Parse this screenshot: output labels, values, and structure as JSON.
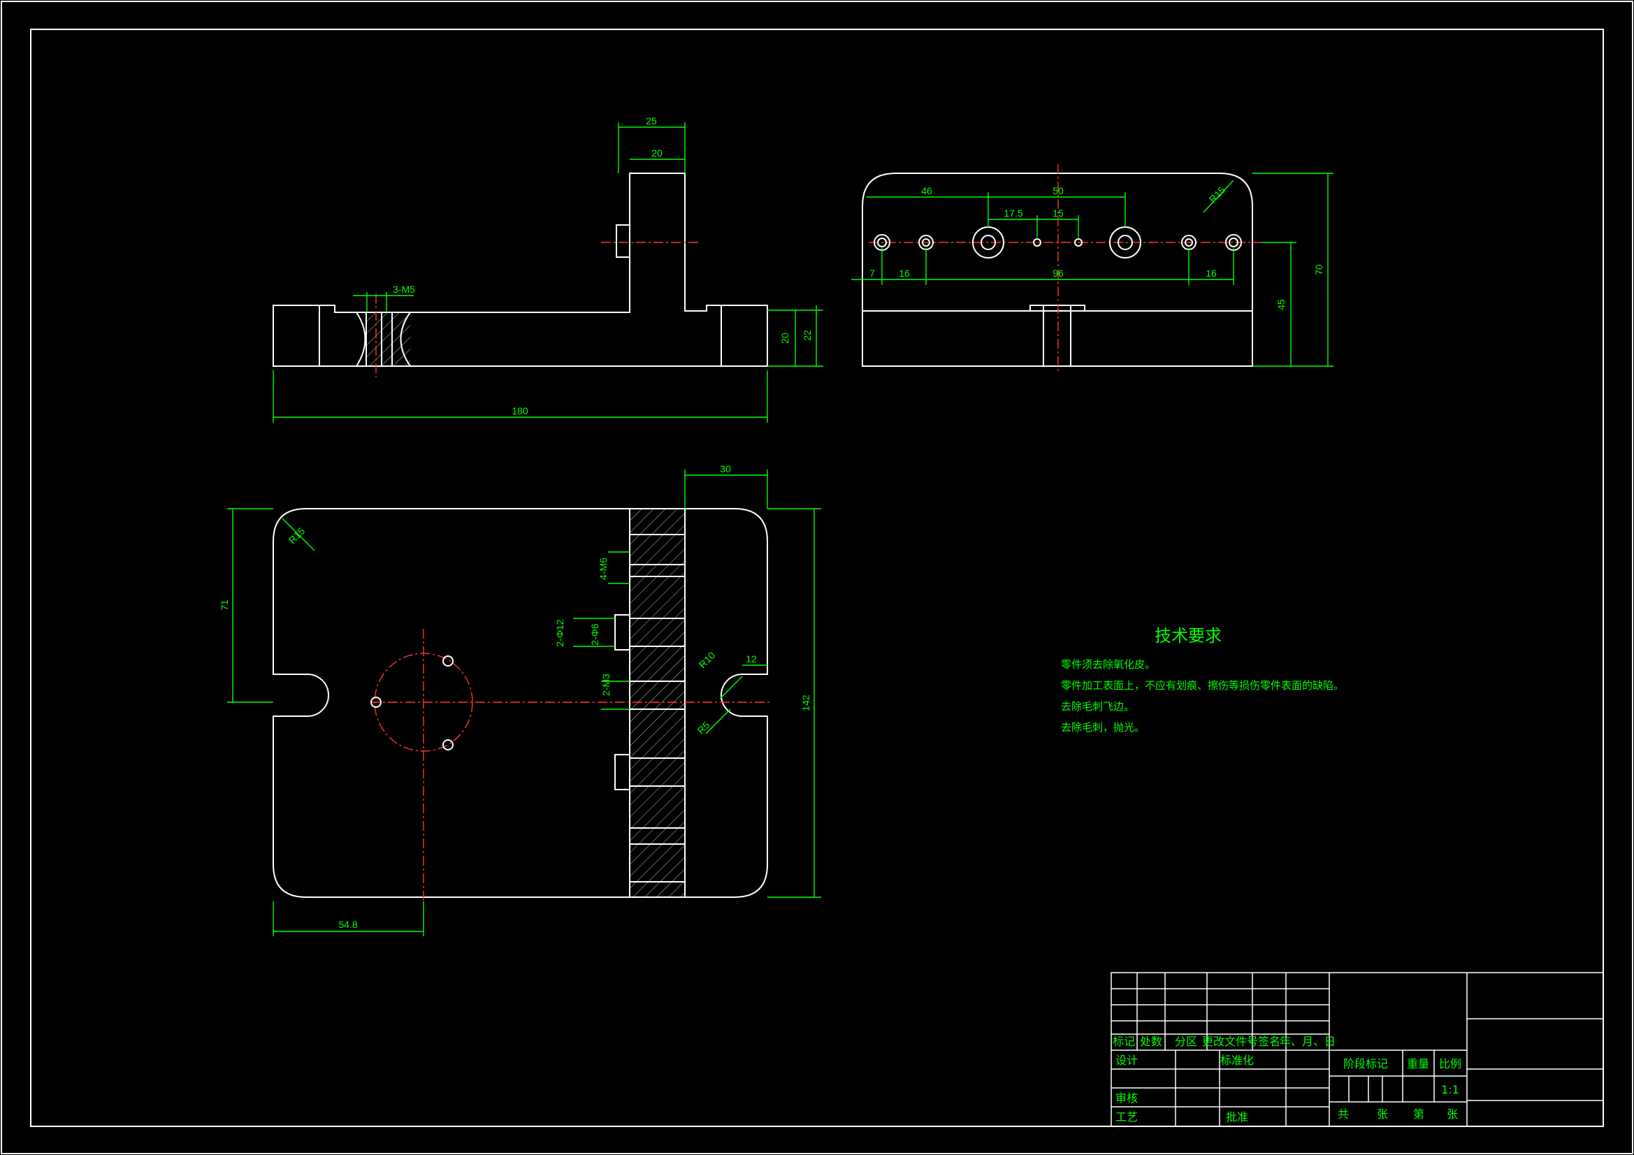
{
  "dimensions": {
    "side_width_25": "25",
    "side_width_20": "20",
    "holes_3m5": "3-M5",
    "height_20": "20",
    "height_22": "22",
    "length_180": "180",
    "front_46": "46",
    "front_50": "50",
    "front_17_5": "17.5",
    "front_15": "15",
    "radius_r15_top": "R15",
    "front_7": "7",
    "front_16_left": "16",
    "front_96": "96",
    "front_16_right": "16",
    "height_70": "70",
    "height_45": "45",
    "plan_30": "30",
    "radius_r15_plan": "R15",
    "plan_71": "71",
    "holes_4m6": "4-M6",
    "holes_2phi12": "2-Φ12",
    "holes_2phi6": "2-Φ6",
    "holes_2m3": "2-M3",
    "radius_r10": "R10",
    "plan_12": "12",
    "radius_r5": "R5",
    "plan_142": "142",
    "plan_54_8": "54.8"
  },
  "notes": {
    "title": "技术要求",
    "lines": [
      "零件须去除氧化皮。",
      "零件加工表面上，不应有划痕、擦伤等损伤零件表面的缺陷。",
      "去除毛刺飞边。",
      "去除毛刺，抛光。"
    ]
  },
  "title_block": {
    "mark": "标记",
    "count": "处数",
    "zone": "分区",
    "change_doc": "更改文件号",
    "signature": "签名",
    "date": "年、月、日",
    "design": "设计",
    "standardize": "标准化",
    "stage_mark": "阶段标记",
    "weight": "重量",
    "scale_label": "比例",
    "scale_value": "1:1",
    "review": "审核",
    "process": "工艺",
    "approve": "批准",
    "total": "共",
    "sheets1": "张",
    "sheet_no": "第",
    "sheets2": "张"
  }
}
